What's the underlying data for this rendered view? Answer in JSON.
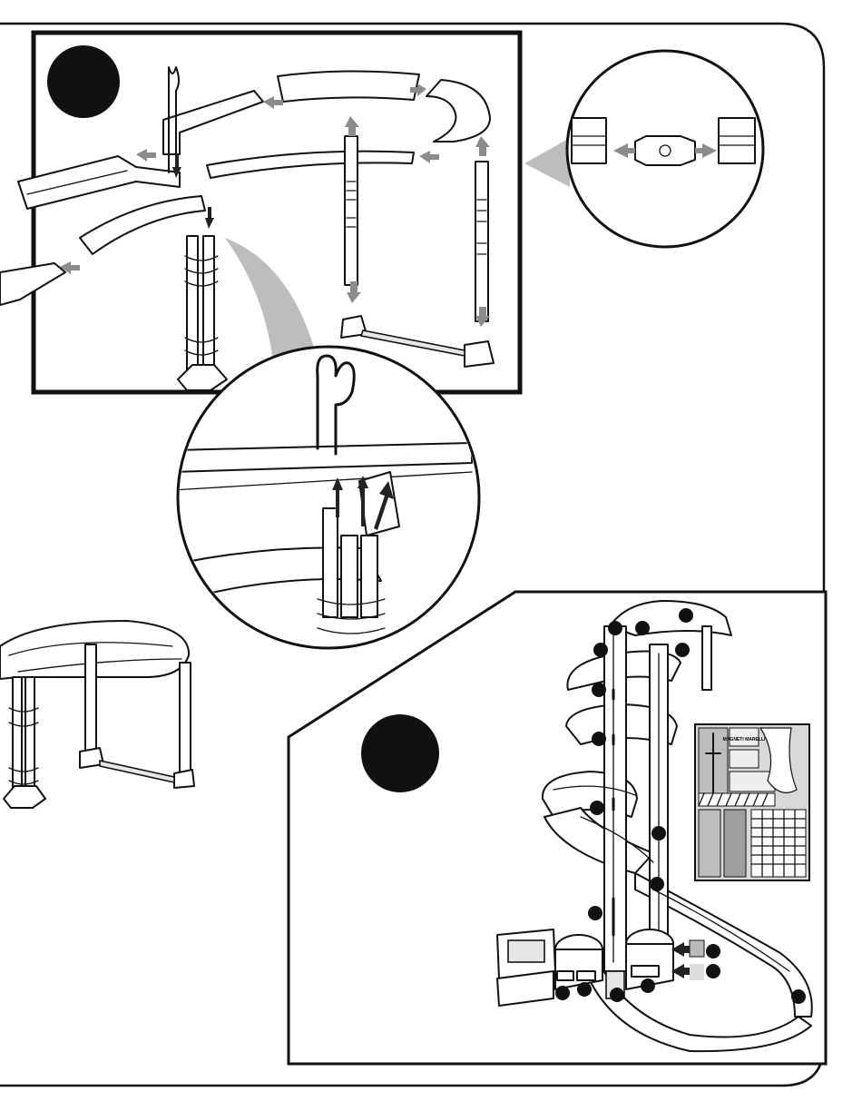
{
  "page": {
    "colors": {
      "ink": "#111111",
      "paper": "#ffffff",
      "callout_wedge": "#bdbdbd",
      "guide_arrow": "#8c8c8c",
      "sticker_sheet_bg": "#d9d9d9"
    }
  },
  "step_a": {
    "number_badge": ""
  },
  "step_b": {
    "number_badge": ""
  },
  "sticker_sheet": {
    "logo_text": "MAGNETI MARELLI"
  },
  "icons": {
    "number_badge": "step-number-circle",
    "sticker_marker": "sticker-position-dot",
    "guide_arrow": "assembly-arrow"
  }
}
